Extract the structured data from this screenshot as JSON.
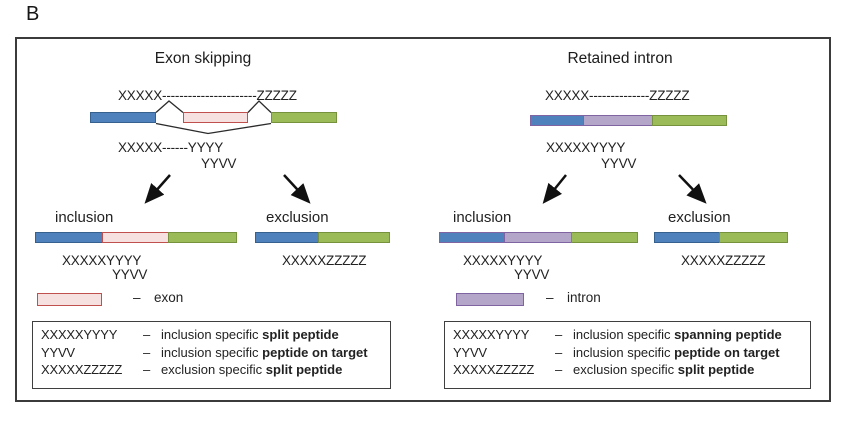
{
  "figure_label": "B",
  "colors": {
    "blue": "#4f81bd",
    "blue_border": "#36618e",
    "green": "#9bbb59",
    "green_border": "#76923c",
    "exon_fill": "#f7e1e0",
    "exon_border": "#c0504d",
    "intron_fill": "#b3a6c9",
    "intron_border": "#8064a2",
    "ink": "#1f1f1f",
    "line": "#2e2e2e"
  },
  "panels": [
    {
      "title": "Exon skipping",
      "transcript_peptide": "XXXXX----------------------ZZZZZ",
      "junction_peptide": "XXXXX------YYYY",
      "junction_peptide_2": "YYVV",
      "inclusion": {
        "label": "inclusion",
        "peptide_1": "XXXXXYYYY",
        "peptide_2": "YYVV"
      },
      "exclusion": {
        "label": "exclusion",
        "peptide": "XXXXXZZZZZ"
      },
      "legend": {
        "dash": "–",
        "label": "exon"
      },
      "key_box": {
        "rows": [
          {
            "term": "XXXXXYYYY",
            "dash": "–",
            "desc": "inclusion specific",
            "desc_bold": "split peptide"
          },
          {
            "term": "YYVV",
            "dash": "–",
            "desc": "inclusion specific",
            "desc_bold": "peptide on target"
          },
          {
            "term": "XXXXXZZZZZ",
            "dash": "–",
            "desc": "exclusion specific",
            "desc_bold": "split peptide"
          }
        ]
      }
    },
    {
      "title": "Retained intron",
      "transcript_peptide": "XXXXX--------------ZZZZZ",
      "junction_peptide": "XXXXXYYYY",
      "junction_peptide_2": "YYVV",
      "inclusion": {
        "label": "inclusion",
        "peptide_1": "XXXXXYYYY",
        "peptide_2": "YYVV"
      },
      "exclusion": {
        "label": "exclusion",
        "peptide": "XXXXXZZZZZ"
      },
      "legend": {
        "dash": "–",
        "label": "intron"
      },
      "key_box": {
        "rows": [
          {
            "term": "XXXXXYYYY",
            "dash": "–",
            "desc": "inclusion specific",
            "desc_bold": "spanning peptide"
          },
          {
            "term": "YYVV",
            "dash": "–",
            "desc": "inclusion specific",
            "desc_bold": "peptide on target"
          },
          {
            "term": "XXXXXZZZZZ",
            "dash": "–",
            "desc": "exclusion specific",
            "desc_bold": "split peptide"
          }
        ]
      }
    }
  ]
}
